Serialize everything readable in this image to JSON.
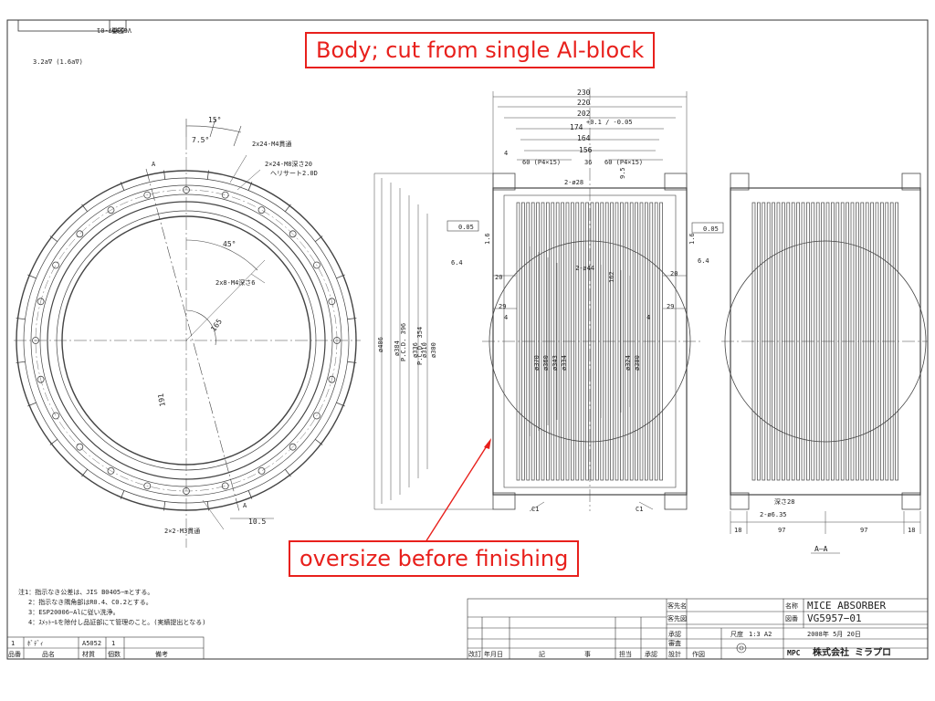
{
  "header": {
    "drawing_number_top": "VG5957-01",
    "drawing_number_label": "図番",
    "roughness": "3.2a∇ (1.6a∇)"
  },
  "annotations": {
    "body_callout": "Body; cut from single Al-block",
    "oversize_callout": "oversize before finishing"
  },
  "front_view": {
    "labels": {
      "angle_15": "15°",
      "angle_7_5": "7.5°",
      "holes_m4": "2x24-M4貫通",
      "holes_m8": "2×24-M8深さ20",
      "helisert": "ヘリサート2.0D",
      "angle_45": "45°",
      "holes_m4_6": "2x8-M4深さ6",
      "r165": "165",
      "r191": "191",
      "m3": "2×2-M3貫通",
      "dim_10_5": "10.5",
      "section_a": "A"
    }
  },
  "side_view": {
    "top_dims": [
      "230",
      "220",
      "202",
      "174",
      "164",
      "156"
    ],
    "tol_174": "+0.1 / -0.05",
    "pitch": "60 (P4×15)",
    "mid_36": "36",
    "dim_4": "4",
    "dim_9_5": "9.5",
    "bore": "2-ø28",
    "flatness": "0.05",
    "dim_6_4": "6.4",
    "dim_1_6": "1.6",
    "dim_20": "20",
    "dim_29": "29",
    "dim_4b": "4",
    "holes_44": "2-ø44",
    "dim_162": "162",
    "left_diams": [
      "ø406",
      "P.C.D. 396",
      "ø384",
      "P.C.D. 354",
      "ø336",
      "ø310",
      "ø300"
    ],
    "inner_diams": [
      "ø370",
      "ø360",
      "ø343",
      "ø334"
    ],
    "right_diams": [
      "ø324",
      "ø300"
    ],
    "chamfer": "C1"
  },
  "section_view": {
    "depth": "深さ28",
    "holes": "2-ø6.35",
    "bottom_dims": [
      "18",
      "97",
      "97",
      "18"
    ],
    "label": "A—A"
  },
  "notes": [
    "注1：指示なき公差は、JIS B0405−mとする。",
    "2：指示なき隅角部はR0.4、C0.2とする。",
    "3：ESP20006−Alに従い洗浄。",
    "4：ｽﾒｯﾄｰﾙを除付し品証部にて管理のこと。(実績提出となる)"
  ],
  "parts_table": {
    "row": [
      "1",
      "ﾎﾞﾃﾞｨ",
      "A5052",
      "1",
      ""
    ],
    "headers": [
      "品番",
      "品名",
      "材質",
      "個数",
      "備考"
    ]
  },
  "title_block": {
    "customer_label": "客先名",
    "customer_dwg_label": "客先図",
    "name_label": "名称",
    "name_value": "MICE ABSORBER",
    "dwg_label": "図番",
    "dwg_value": "VG5957−01",
    "scale_label": "尺度",
    "scale_value": "1:3 A2",
    "date_value": "2008年 5月 20日",
    "company": "株式会社 ミラプロ",
    "company_mark": "MPC",
    "roles": [
      "承認",
      "審査",
      "設計",
      "作図"
    ],
    "revision_headers": [
      "改訂",
      "年月日",
      "記",
      "事",
      "担当",
      "承認"
    ]
  }
}
